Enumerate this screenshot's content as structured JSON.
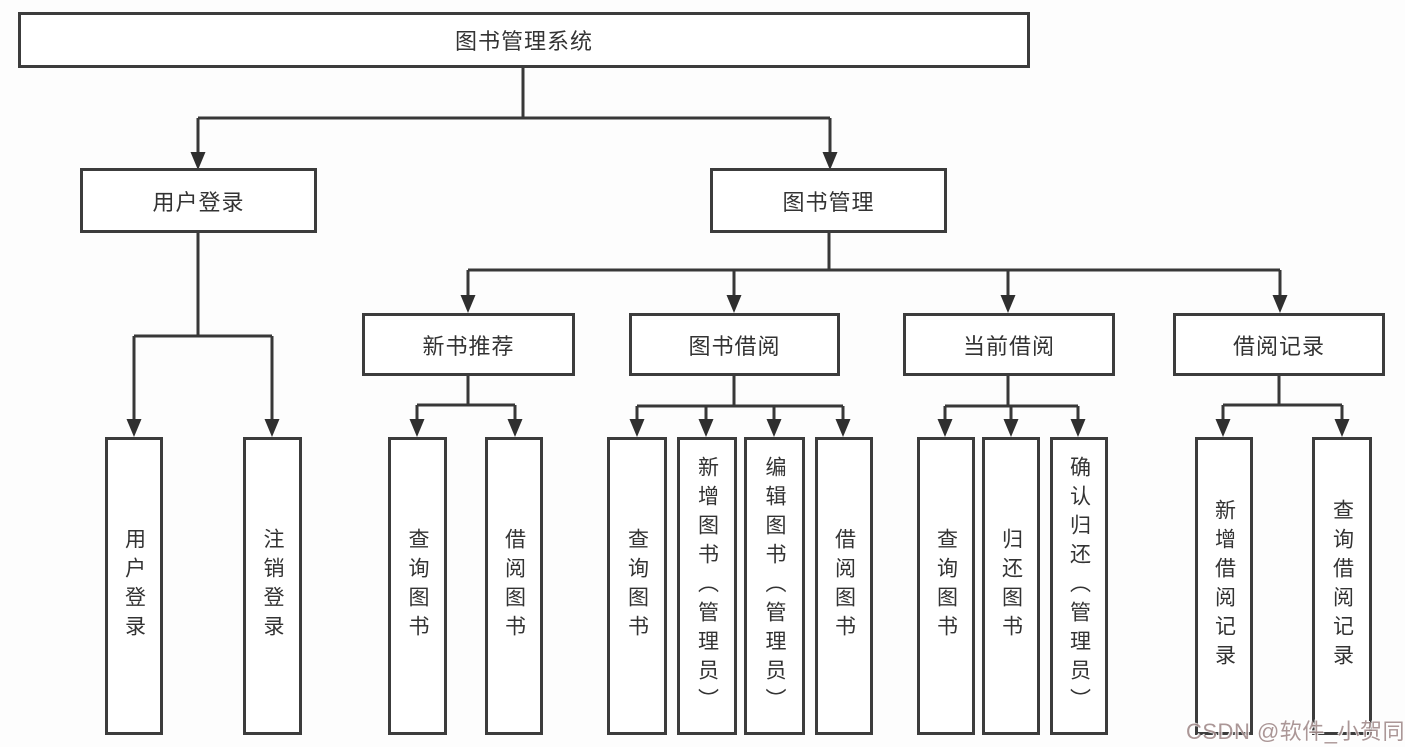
{
  "tree": {
    "root": "图书管理系统",
    "branches": [
      {
        "label": "用户登录",
        "leaves": [
          "用户登录",
          "注销登录"
        ]
      },
      {
        "label": "图书管理",
        "groups": [
          {
            "label": "新书推荐",
            "leaves": [
              "查询图书",
              "借阅图书"
            ]
          },
          {
            "label": "图书借阅",
            "leaves": [
              "查询图书",
              "新增图书（管理员）",
              "编辑图书（管理员）",
              "借阅图书"
            ]
          },
          {
            "label": "当前借阅",
            "leaves": [
              "查询图书",
              "归还图书",
              "确认归还（管理员）"
            ]
          },
          {
            "label": "借阅记录",
            "leaves": [
              "新增借阅记录",
              "查询借阅记录"
            ]
          }
        ]
      }
    ]
  },
  "watermark": {
    "text": "CSDN @软件_小贺同学",
    "color": "#a38c8c"
  },
  "colors": {
    "connector_line": "#383838",
    "arrowhead": "#2f2f2f",
    "box_border": "#3c3c3c",
    "box_fill": "#ffffff",
    "text": "#333333"
  }
}
